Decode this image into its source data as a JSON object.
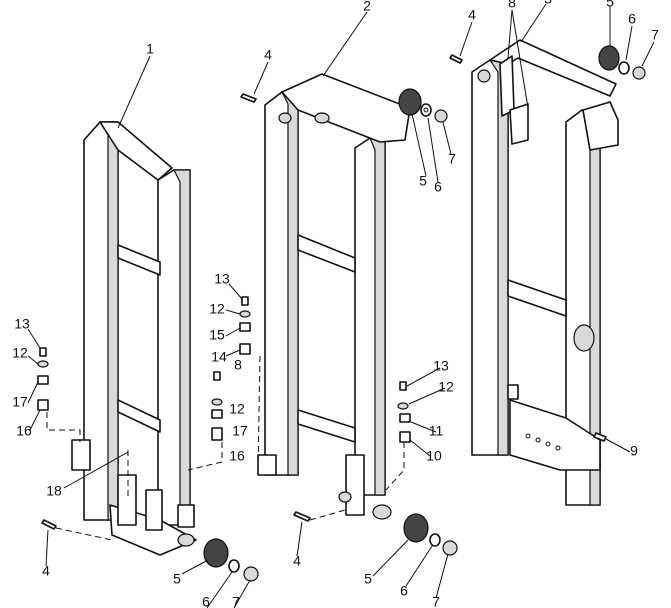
{
  "callouts": [
    "1",
    "2",
    "3",
    "4",
    "4",
    "4",
    "4",
    "5",
    "5",
    "5",
    "5",
    "6",
    "6",
    "6",
    "6",
    "7",
    "7",
    "7",
    "7",
    "8",
    "8",
    "9",
    "10",
    "11",
    "12",
    "12",
    "12",
    "12",
    "13",
    "13",
    "13",
    "14",
    "15",
    "16",
    "16",
    "17",
    "17",
    "18"
  ]
}
